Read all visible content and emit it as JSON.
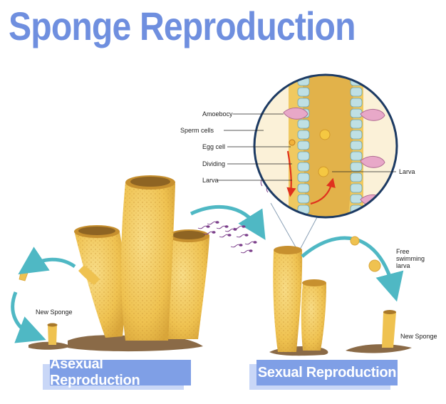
{
  "title": "Sponge Reproduction",
  "zoom_labels": {
    "amoebocyte": "Amoebocy",
    "sperm_cells": "Sperm cells",
    "egg_cell": "Egg cell",
    "dividing": "Dividing",
    "larva_left": "Larva",
    "larva_right": "Larva"
  },
  "labels": {
    "new_sponge_left": "New Sponge",
    "free_swimming": [
      "Free",
      "swimming",
      "larva"
    ],
    "new_sponge_right": "New Sponge"
  },
  "banners": {
    "asexual": "Asexual Reproduction",
    "sexual": "Sexual Reproduction"
  },
  "colors": {
    "title": "#6f8fdf",
    "banner": "#7f9fe6",
    "banner_shadow": "#c9d7f7",
    "sponge": "#f0c555",
    "sponge_shadow": "#d9a63a",
    "arrow": "#4fb8c4",
    "ground": "#8a6a47",
    "zoom_ring": "#1c3a63",
    "sperm": "#7a3d8a",
    "red_arrow": "#e0311e"
  }
}
